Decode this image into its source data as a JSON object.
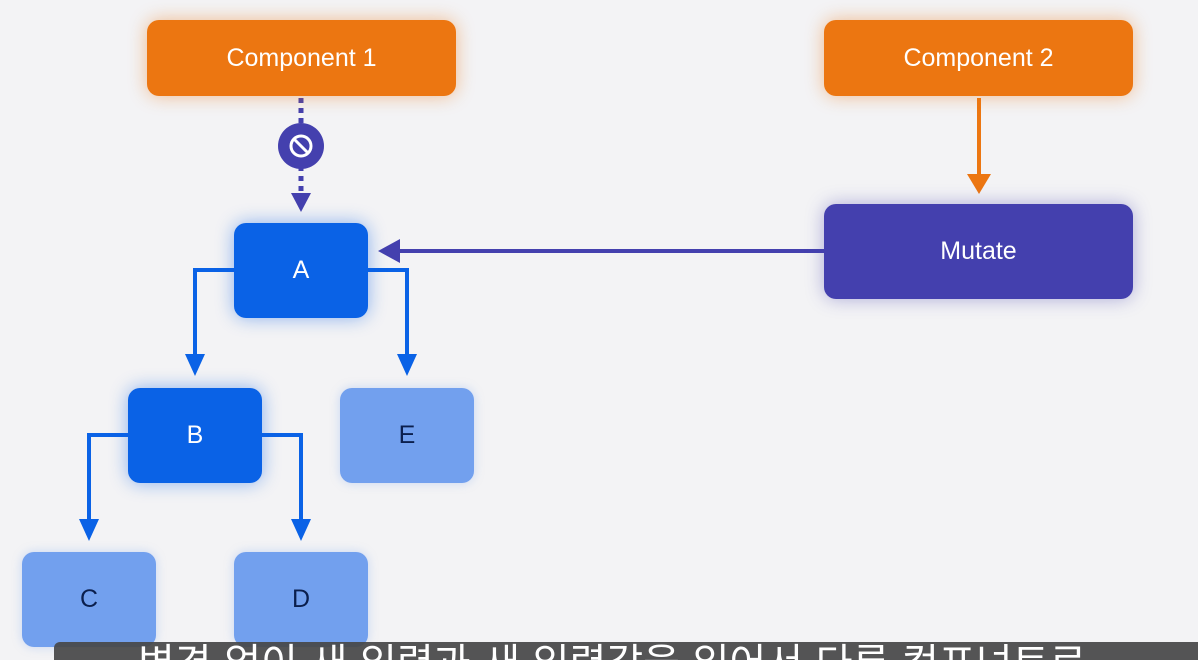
{
  "diagram": {
    "nodes": {
      "component1": "Component 1",
      "component2": "Component 2",
      "mutate": "Mutate",
      "a": "A",
      "b": "B",
      "c": "C",
      "d": "D",
      "e": "E"
    },
    "blocked_icon": "prohibited-icon",
    "colors": {
      "component": "#ec7611",
      "mutate": "#4440ae",
      "active_node": "#0a62e6",
      "inactive_node": "#72a0ee",
      "background": "#f3f3f5"
    }
  },
  "caption": {
    "text": "변경 없이 새 입력과 새 입력값을 읽어서 다른 컴포넌트로"
  }
}
